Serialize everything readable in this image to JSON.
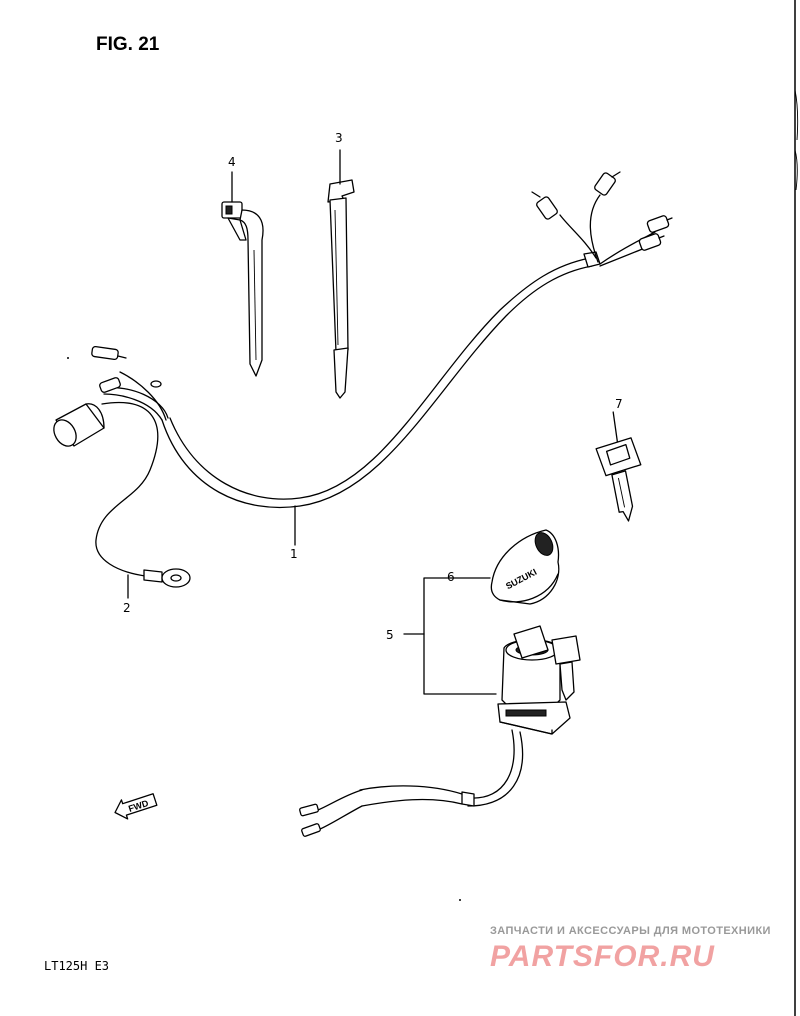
{
  "figure": {
    "title": "FIG. 21",
    "model_code": "LT125H  E3"
  },
  "callouts": [
    {
      "id": "1",
      "label": "1"
    },
    {
      "id": "2",
      "label": "2"
    },
    {
      "id": "3",
      "label": "3"
    },
    {
      "id": "4",
      "label": "4"
    },
    {
      "id": "5",
      "label": "5"
    },
    {
      "id": "6",
      "label": "6"
    },
    {
      "id": "7",
      "label": "7"
    }
  ],
  "ignition_cap": {
    "brand_text": "SUZUKI"
  },
  "direction_arrow": {
    "label": "FWD",
    "icon": "arrow-left-icon"
  },
  "watermark": {
    "tagline": "ЗАПЧАСТИ И АКСЕССУАРЫ ДЛЯ МОТОТЕХНИКИ",
    "logo_text": "PARTSFOR.RU",
    "color": "#e03030"
  }
}
